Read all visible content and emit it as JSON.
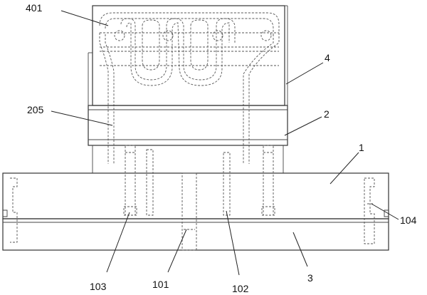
{
  "labels": {
    "l401": "401",
    "l4": "4",
    "l205": "205",
    "l2": "2",
    "l1": "1",
    "l104": "104",
    "l103": "103",
    "l101": "101",
    "l102": "102",
    "l3": "3"
  }
}
